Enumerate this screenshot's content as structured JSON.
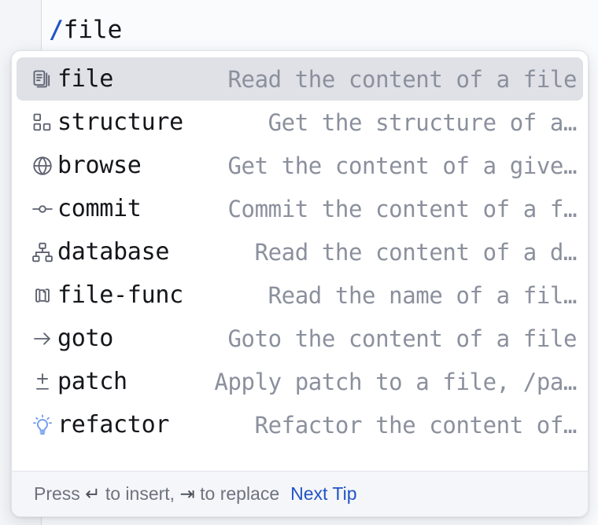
{
  "editor": {
    "prefix": "/",
    "typed": "file"
  },
  "colors": {
    "accent": "#2154c7",
    "selection_bg": "#dfe1e6",
    "popup_bg": "#ffffff",
    "footer_bg": "#f4f6f9",
    "name_text": "#14161a",
    "desc_text": "#8b909d",
    "icon_stroke": "#5d6270",
    "bulb_blue": "#6f9cf0"
  },
  "popup": {
    "items": [
      {
        "icon": "documents-copy-icon",
        "name": "file",
        "desc": "Read the content of a file",
        "selected": true
      },
      {
        "icon": "structure-boxes-icon",
        "name": "structure",
        "desc": "Get the structure of a…",
        "selected": false
      },
      {
        "icon": "globe-icon",
        "name": "browse",
        "desc": "Get the content of a give…",
        "selected": false
      },
      {
        "icon": "git-commit-icon",
        "name": "commit",
        "desc": "Commit the content of a f…",
        "selected": false
      },
      {
        "icon": "hierarchy-icon",
        "name": "database",
        "desc": "Read the content of a d…",
        "selected": false
      },
      {
        "icon": "file-brackets-icon",
        "name": "file-func",
        "desc": "Read the name of a fil…",
        "selected": false
      },
      {
        "icon": "arrow-right-icon",
        "name": "goto",
        "desc": "Goto the content of a file",
        "selected": false
      },
      {
        "icon": "plus-minus-icon",
        "name": "patch",
        "desc": "Apply patch to a file, /pa…",
        "selected": false
      },
      {
        "icon": "lightbulb-icon",
        "name": "refactor",
        "desc": "Refactor the content of…",
        "selected": false
      }
    ]
  },
  "footer": {
    "press_label": "Press ",
    "enter_key": "↵",
    "insert_label": " to insert, ",
    "tab_key": "⇥",
    "replace_label": " to replace",
    "next_tip": "Next Tip"
  }
}
